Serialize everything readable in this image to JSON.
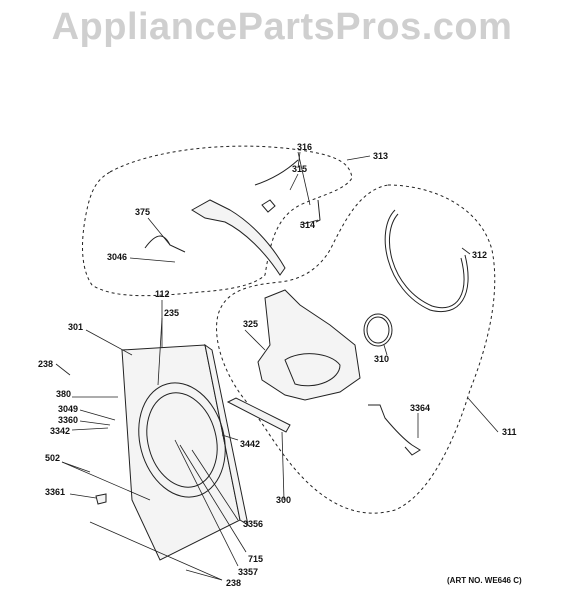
{
  "watermark": "AppliancePartsPros.com",
  "art_number": "(ART NO. WE646 C)",
  "callouts": {
    "c313": "313",
    "c316": "316",
    "c315": "315",
    "c375": "375",
    "c314": "314",
    "c3046": "3046",
    "c312": "312",
    "c112": "112",
    "c235": "235",
    "c301": "301",
    "c325": "325",
    "c238a": "238",
    "c310": "310",
    "c380": "380",
    "c3049": "3049",
    "c3360": "3360",
    "c3342": "3342",
    "c3442": "3442",
    "c3364": "3364",
    "c311": "311",
    "c502": "502",
    "c300": "300",
    "c3361": "3361",
    "c3356": "3356",
    "c715": "715",
    "c3357": "3357",
    "c238b": "238"
  }
}
